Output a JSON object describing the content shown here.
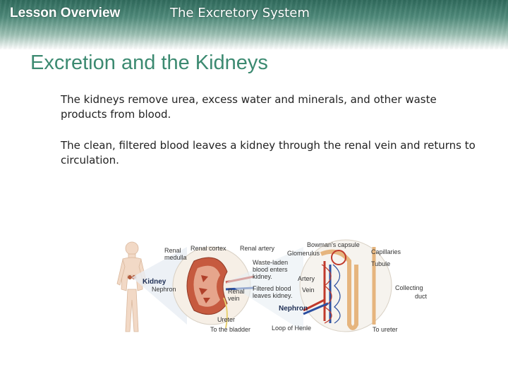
{
  "header": {
    "section_label": "Lesson Overview",
    "topic": "The Excretory System"
  },
  "slide": {
    "title": "Excretion and the Kidneys",
    "paragraphs": [
      "The kidneys remove urea, excess water and minerals, and other waste products from blood.",
      "The clean, filtered blood leaves a kidney through the renal vein and returns to circulation."
    ]
  },
  "figure": {
    "labels": {
      "kidney": "Kidney",
      "nephron": "Nephron",
      "renal_medulla_1": "Renal",
      "renal_medulla_2": "medulla",
      "renal_cortex": "Renal cortex",
      "renal_artery": "Renal artery",
      "waste_1": "Waste-laden",
      "waste_2": "blood enters",
      "waste_3": "kidney.",
      "filtered_1": "Filtered blood",
      "filtered_2": "leaves kidney.",
      "renal_vein_1": "Renal",
      "renal_vein_2": "vein",
      "ureter": "Ureter",
      "to_bladder": "To the bladder",
      "bowmans": "Bowman's capsule",
      "glomerulus": "Glomerulus",
      "capillaries": "Capillaries",
      "tubule": "Tubule",
      "artery": "Artery",
      "vein": "Vein",
      "nephron_bold": "Nephron",
      "collecting_1": "Collecting",
      "collecting_2": "duct",
      "loop_of_henle": "Loop of Henle",
      "to_ureter": "To ureter"
    }
  }
}
